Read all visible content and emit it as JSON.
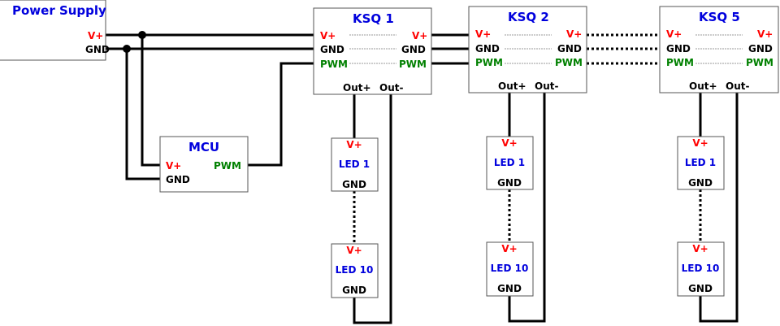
{
  "colors": {
    "wire": "#000000",
    "vplus": "#ff0000",
    "pwm": "#008000",
    "title": "#0000dd",
    "gnd": "#000000",
    "box_border": "#555555",
    "guide": "#999999"
  },
  "power_supply": {
    "title": "Power Supply",
    "vplus": "V+",
    "gnd": "GND"
  },
  "mcu": {
    "title": "MCU",
    "vplus": "V+",
    "gnd": "GND",
    "pwm": "PWM"
  },
  "ksq": [
    {
      "title": "KSQ 1",
      "vplus": "V+",
      "gnd": "GND",
      "pwm": "PWM",
      "out_plus": "Out+",
      "out_minus": "Out-"
    },
    {
      "title": "KSQ 2",
      "vplus": "V+",
      "gnd": "GND",
      "pwm": "PWM",
      "out_plus": "Out+",
      "out_minus": "Out-"
    },
    {
      "title": "KSQ 5",
      "vplus": "V+",
      "gnd": "GND",
      "pwm": "PWM",
      "out_plus": "Out+",
      "out_minus": "Out-"
    }
  ],
  "led": {
    "first": "LED 1",
    "last": "LED 10",
    "vplus": "V+",
    "gnd": "GND"
  }
}
